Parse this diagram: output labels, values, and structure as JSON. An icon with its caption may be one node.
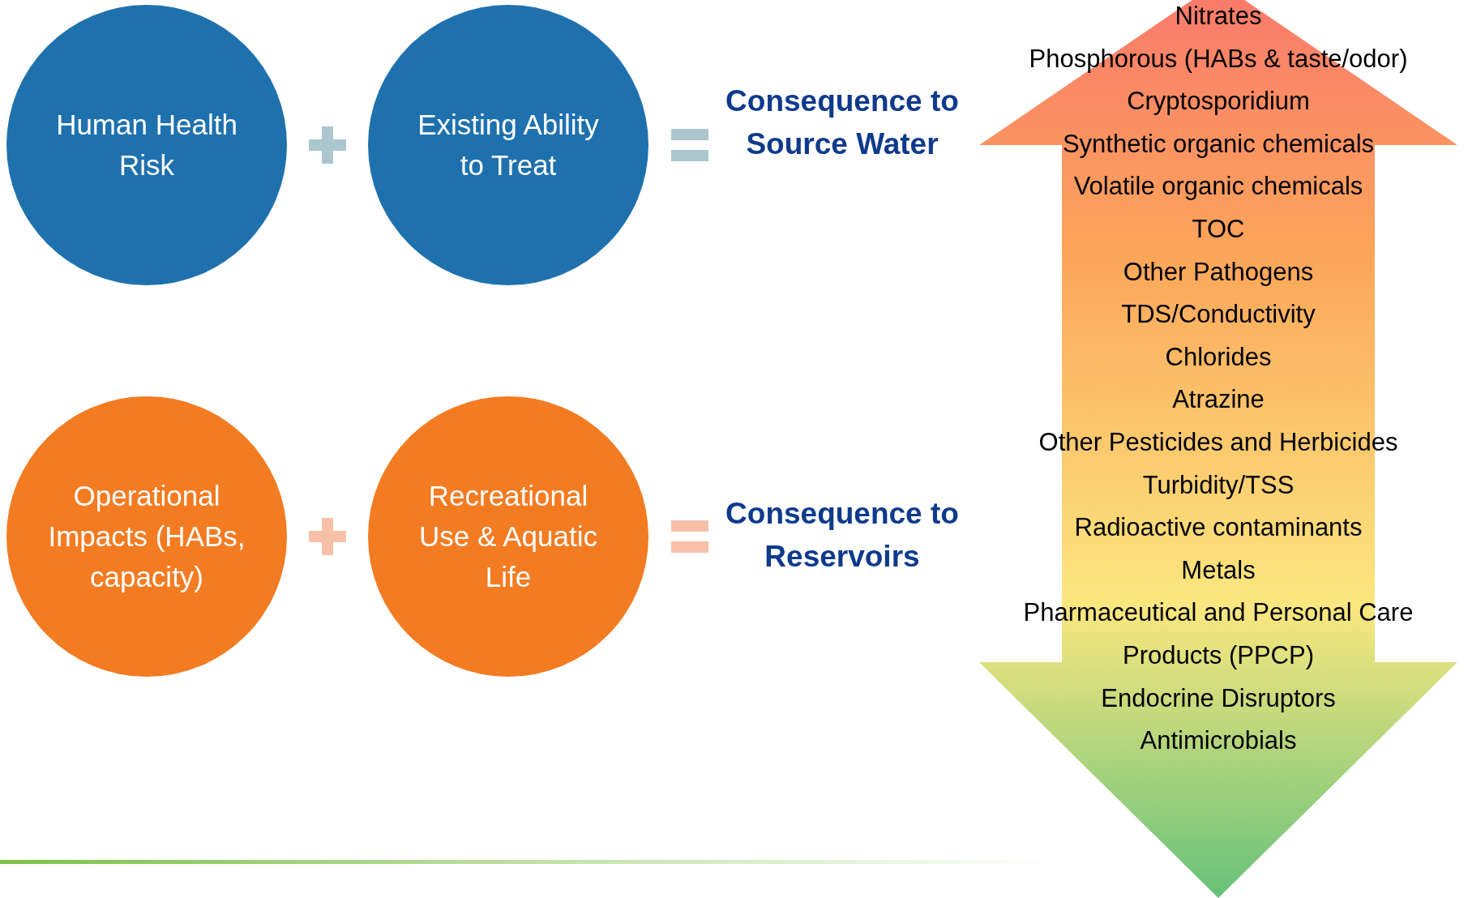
{
  "diagram": {
    "nodes": [
      {
        "text": [
          "Human Health Risk"
        ]
      },
      {
        "text": [
          "Existing Ability to Treat"
        ]
      },
      {
        "text": [
          "Operational Impacts (HABs, capacity)"
        ]
      },
      {
        "text": [
          "Recreational Use & Aquatic Life"
        ]
      },
      {
        "text": [
          "Nitrates",
          "Phosphorous (HABs & taste/odor)",
          "Cryptosporidium",
          "Synthetic organic chemicals",
          "Volatile organic chemicals",
          "TOC",
          "Other Pathogens",
          "TDS/Conductivity",
          "Chlorides",
          "Atrazine",
          "Other Pesticides and Herbicides",
          "Turbidity/TSS",
          "Radioactive contaminants",
          "Metals",
          "Pharmaceutical and Personal Care Products (PPCP)",
          "Endocrine Disruptors",
          "Antimicrobials"
        ]
      }
    ],
    "labels": [
      "Consequence to Source Water",
      "Consequence to Reservoirs"
    ]
  }
}
